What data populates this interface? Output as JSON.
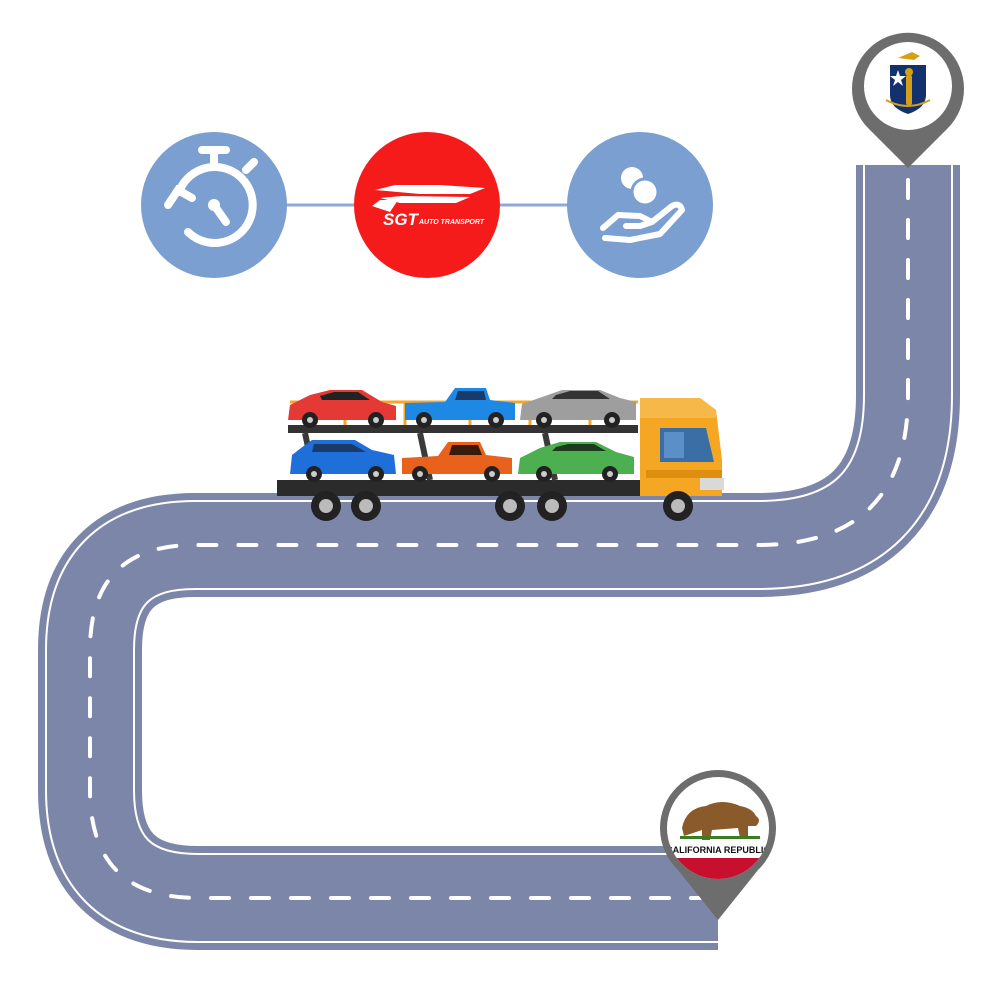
{
  "brand": {
    "logo_text": "SGT",
    "logo_subtext": "AUTO TRANSPORT",
    "color": "#f51b1b"
  },
  "features": [
    {
      "icon": "stopwatch-icon",
      "color": "#7b9fd1"
    },
    {
      "icon": "brand-logo",
      "color": "#f51b1b"
    },
    {
      "icon": "hand-coins-icon",
      "color": "#7b9fd1"
    }
  ],
  "route": {
    "road_color": "#7c86a8",
    "edge_color": "#ffffff",
    "lane_mark_color": "#ffffff",
    "origin": {
      "icon": "massachusetts-seal-icon"
    },
    "destination": {
      "icon": "california-flag-icon",
      "flag_text": "CALIFORNIA REPUBLIC"
    }
  },
  "truck": {
    "icon": "car-carrier-truck-icon",
    "cab_color": "#f5a623",
    "cars_top": [
      "#e53935",
      "#1e88e5",
      "#9e9e9e"
    ],
    "cars_bottom": [
      "#1e6fd9",
      "#e8621c",
      "#4caf50"
    ]
  }
}
